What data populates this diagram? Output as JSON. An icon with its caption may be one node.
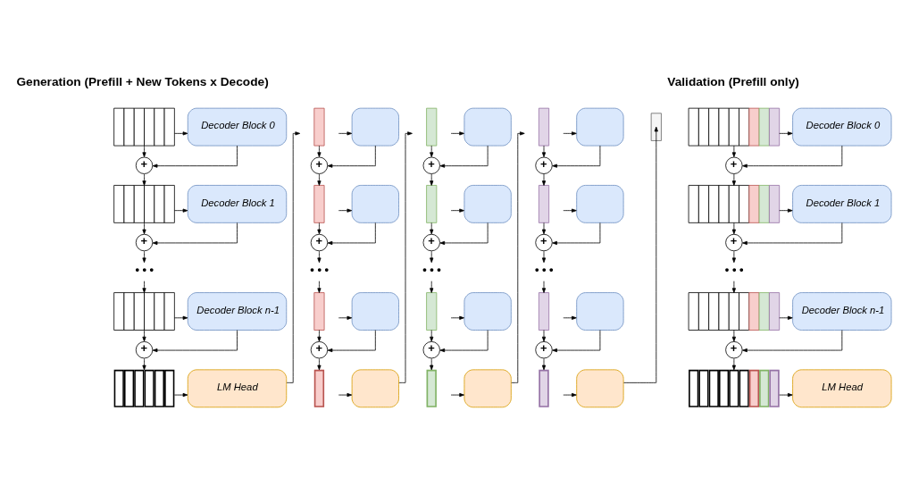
{
  "diagram": {
    "nodes": [
      {
        "text": [],
        "shape": "box"
      },
      {
        "text": [
          "Decoder Block 0"
        ]
      },
      {
        "text": [
          "+"
        ]
      },
      {
        "text": [],
        "shape": "box"
      },
      {
        "text": [
          "Decoder Block 1"
        ]
      },
      {
        "text": [
          "+"
        ]
      },
      {
        "text": [
          "• • •"
        ]
      },
      {
        "text": [],
        "shape": "box"
      },
      {
        "text": [
          "Decoder Block n-1"
        ]
      },
      {
        "text": [
          "+"
        ]
      },
      {
        "text": [],
        "shape": "box"
      },
      {
        "text": [
          "LM Head"
        ]
      },
      {
        "text": [],
        "shape": "box"
      },
      {
        "text": [],
        "shape": "box"
      },
      {
        "text": [
          "+"
        ]
      },
      {
        "text": [],
        "shape": "box"
      },
      {
        "text": [],
        "shape": "box"
      },
      {
        "text": [
          "+"
        ]
      },
      {
        "text": [
          "• • •"
        ]
      },
      {
        "text": [],
        "shape": "box"
      },
      {
        "text": [],
        "shape": "box"
      },
      {
        "text": [
          "+"
        ]
      },
      {
        "text": [],
        "shape": "box"
      },
      {
        "text": [],
        "shape": "box"
      },
      {
        "text": [],
        "shape": "box"
      },
      {
        "text": [],
        "shape": "box"
      },
      {
        "text": [
          "+"
        ]
      },
      {
        "text": [],
        "shape": "box"
      },
      {
        "text": [],
        "shape": "box"
      },
      {
        "text": [
          "+"
        ]
      },
      {
        "text": [
          "• • •"
        ]
      },
      {
        "text": [],
        "shape": "box"
      },
      {
        "text": [],
        "shape": "box"
      },
      {
        "text": [
          "+"
        ]
      },
      {
        "text": [],
        "shape": "box"
      },
      {
        "text": [],
        "shape": "box"
      },
      {
        "text": [],
        "shape": "box"
      },
      {
        "text": [],
        "shape": "box"
      },
      {
        "text": [
          "+"
        ]
      },
      {
        "text": [],
        "shape": "box"
      },
      {
        "text": [],
        "shape": "box"
      },
      {
        "text": [
          "+"
        ]
      },
      {
        "text": [
          "• • •"
        ]
      },
      {
        "text": [],
        "shape": "box"
      },
      {
        "text": [],
        "shape": "box"
      },
      {
        "text": [
          "+"
        ]
      },
      {
        "text": [],
        "shape": "box"
      },
      {
        "text": [],
        "shape": "box"
      },
      {
        "text": [],
        "shape": "box"
      },
      {
        "text": [],
        "shape": "box"
      },
      {
        "text": [
          "Decoder Block 0"
        ]
      },
      {
        "text": [
          "+"
        ]
      },
      {
        "text": [],
        "shape": "box"
      },
      {
        "text": [
          "Decoder Block 1"
        ]
      },
      {
        "text": [
          "+"
        ]
      },
      {
        "text": [
          "• • •"
        ]
      },
      {
        "text": [],
        "shape": "box"
      },
      {
        "text": [
          "Decoder Block n-1"
        ]
      },
      {
        "text": [
          "+"
        ]
      },
      {
        "text": [],
        "shape": "box"
      },
      {
        "text": [
          "LM Head"
        ]
      }
    ],
    "edges": [
      {
        "from": 0,
        "to": 1,
        "arrow": "to"
      },
      {
        "from": 0,
        "to": 2,
        "arrow": "to"
      },
      {
        "from": 1,
        "to": 2,
        "arrow": "to"
      },
      {
        "from": 2,
        "to": 3,
        "arrow": "to"
      },
      {
        "from": 3,
        "to": 4,
        "arrow": "to"
      },
      {
        "from": 3,
        "to": 5,
        "arrow": "to"
      },
      {
        "from": 4,
        "to": 5,
        "arrow": "to"
      },
      {
        "from": 5,
        "to": 6,
        "arrow": "to"
      },
      {
        "from": 6,
        "to": 7,
        "arrow": "to"
      },
      {
        "from": 7,
        "to": 8,
        "arrow": "to"
      },
      {
        "from": 7,
        "to": 9,
        "arrow": "to"
      },
      {
        "from": 8,
        "to": 9,
        "arrow": "to"
      },
      {
        "from": 9,
        "to": 10,
        "arrow": "to"
      },
      {
        "from": 10,
        "to": 11,
        "arrow": "to"
      },
      {
        "from": 11,
        "to": 12,
        "arrow": "to"
      },
      {
        "from": 12,
        "to": 13,
        "arrow": "to"
      },
      {
        "from": 12,
        "to": 14,
        "arrow": "to"
      },
      {
        "from": 13,
        "to": 14,
        "arrow": "to"
      },
      {
        "from": 14,
        "to": 15,
        "arrow": "to"
      },
      {
        "from": 15,
        "to": 16,
        "arrow": "to"
      },
      {
        "from": 15,
        "to": 17,
        "arrow": "to"
      },
      {
        "from": 16,
        "to": 17,
        "arrow": "to"
      },
      {
        "from": 17,
        "to": 18,
        "arrow": "to"
      },
      {
        "from": 18,
        "to": 19,
        "arrow": "to"
      },
      {
        "from": 19,
        "to": 20,
        "arrow": "to"
      },
      {
        "from": 19,
        "to": 21,
        "arrow": "to"
      },
      {
        "from": 20,
        "to": 21,
        "arrow": "to"
      },
      {
        "from": 21,
        "to": 22,
        "arrow": "to"
      },
      {
        "from": 22,
        "to": 23,
        "arrow": "to"
      },
      {
        "from": 23,
        "to": 24,
        "arrow": "to"
      },
      {
        "from": 24,
        "to": 25,
        "arrow": "to"
      },
      {
        "from": 24,
        "to": 26,
        "arrow": "to"
      },
      {
        "from": 25,
        "to": 26,
        "arrow": "to"
      },
      {
        "from": 26,
        "to": 27,
        "arrow": "to"
      },
      {
        "from": 27,
        "to": 28,
        "arrow": "to"
      },
      {
        "from": 27,
        "to": 29,
        "arrow": "to"
      },
      {
        "from": 28,
        "to": 29,
        "arrow": "to"
      },
      {
        "from": 29,
        "to": 30,
        "arrow": "to"
      },
      {
        "from": 30,
        "to": 31,
        "arrow": "to"
      },
      {
        "from": 31,
        "to": 32,
        "arrow": "to"
      },
      {
        "from": 31,
        "to": 33,
        "arrow": "to"
      },
      {
        "from": 32,
        "to": 33,
        "arrow": "to"
      },
      {
        "from": 33,
        "to": 34,
        "arrow": "to"
      },
      {
        "from": 34,
        "to": 35,
        "arrow": "to"
      },
      {
        "from": 35,
        "to": 36,
        "arrow": "to"
      },
      {
        "from": 36,
        "to": 37,
        "arrow": "to"
      },
      {
        "from": 36,
        "to": 38,
        "arrow": "to"
      },
      {
        "from": 37,
        "to": 38,
        "arrow": "to"
      },
      {
        "from": 38,
        "to": 39,
        "arrow": "to"
      },
      {
        "from": 39,
        "to": 40,
        "arrow": "to"
      },
      {
        "from": 39,
        "to": 41,
        "arrow": "to"
      },
      {
        "from": 40,
        "to": 41,
        "arrow": "to"
      },
      {
        "from": 41,
        "to": 42,
        "arrow": "to"
      },
      {
        "from": 42,
        "to": 43,
        "arrow": "to"
      },
      {
        "from": 43,
        "to": 44,
        "arrow": "to"
      },
      {
        "from": 43,
        "to": 45,
        "arrow": "to"
      },
      {
        "from": 44,
        "to": 45,
        "arrow": "to"
      },
      {
        "from": 45,
        "to": 46,
        "arrow": "to"
      },
      {
        "from": 46,
        "to": 47,
        "arrow": "to"
      },
      {
        "from": 47,
        "to": 48,
        "arrow": "to"
      },
      {
        "from": 49,
        "to": 50,
        "arrow": "to"
      },
      {
        "from": 49,
        "to": 51,
        "arrow": "to"
      },
      {
        "from": 50,
        "to": 51,
        "arrow": "to"
      },
      {
        "from": 51,
        "to": 52,
        "arrow": "to"
      },
      {
        "from": 52,
        "to": 53,
        "arrow": "to"
      },
      {
        "from": 52,
        "to": 54,
        "arrow": "to"
      },
      {
        "from": 53,
        "to": 54,
        "arrow": "to"
      },
      {
        "from": 54,
        "to": 55,
        "arrow": "to"
      },
      {
        "from": 55,
        "to": 56,
        "arrow": "to"
      },
      {
        "from": 56,
        "to": 57,
        "arrow": "to"
      },
      {
        "from": 56,
        "to": 58,
        "arrow": "to"
      },
      {
        "from": 57,
        "to": 58,
        "arrow": "to"
      },
      {
        "from": 58,
        "to": 59,
        "arrow": "to"
      },
      {
        "from": 59,
        "to": 60,
        "arrow": "to"
      }
    ],
    "labels": [
      "Generation (Prefill + New Tokens x Decode)",
      "Validation (Prefill only)"
    ]
  }
}
